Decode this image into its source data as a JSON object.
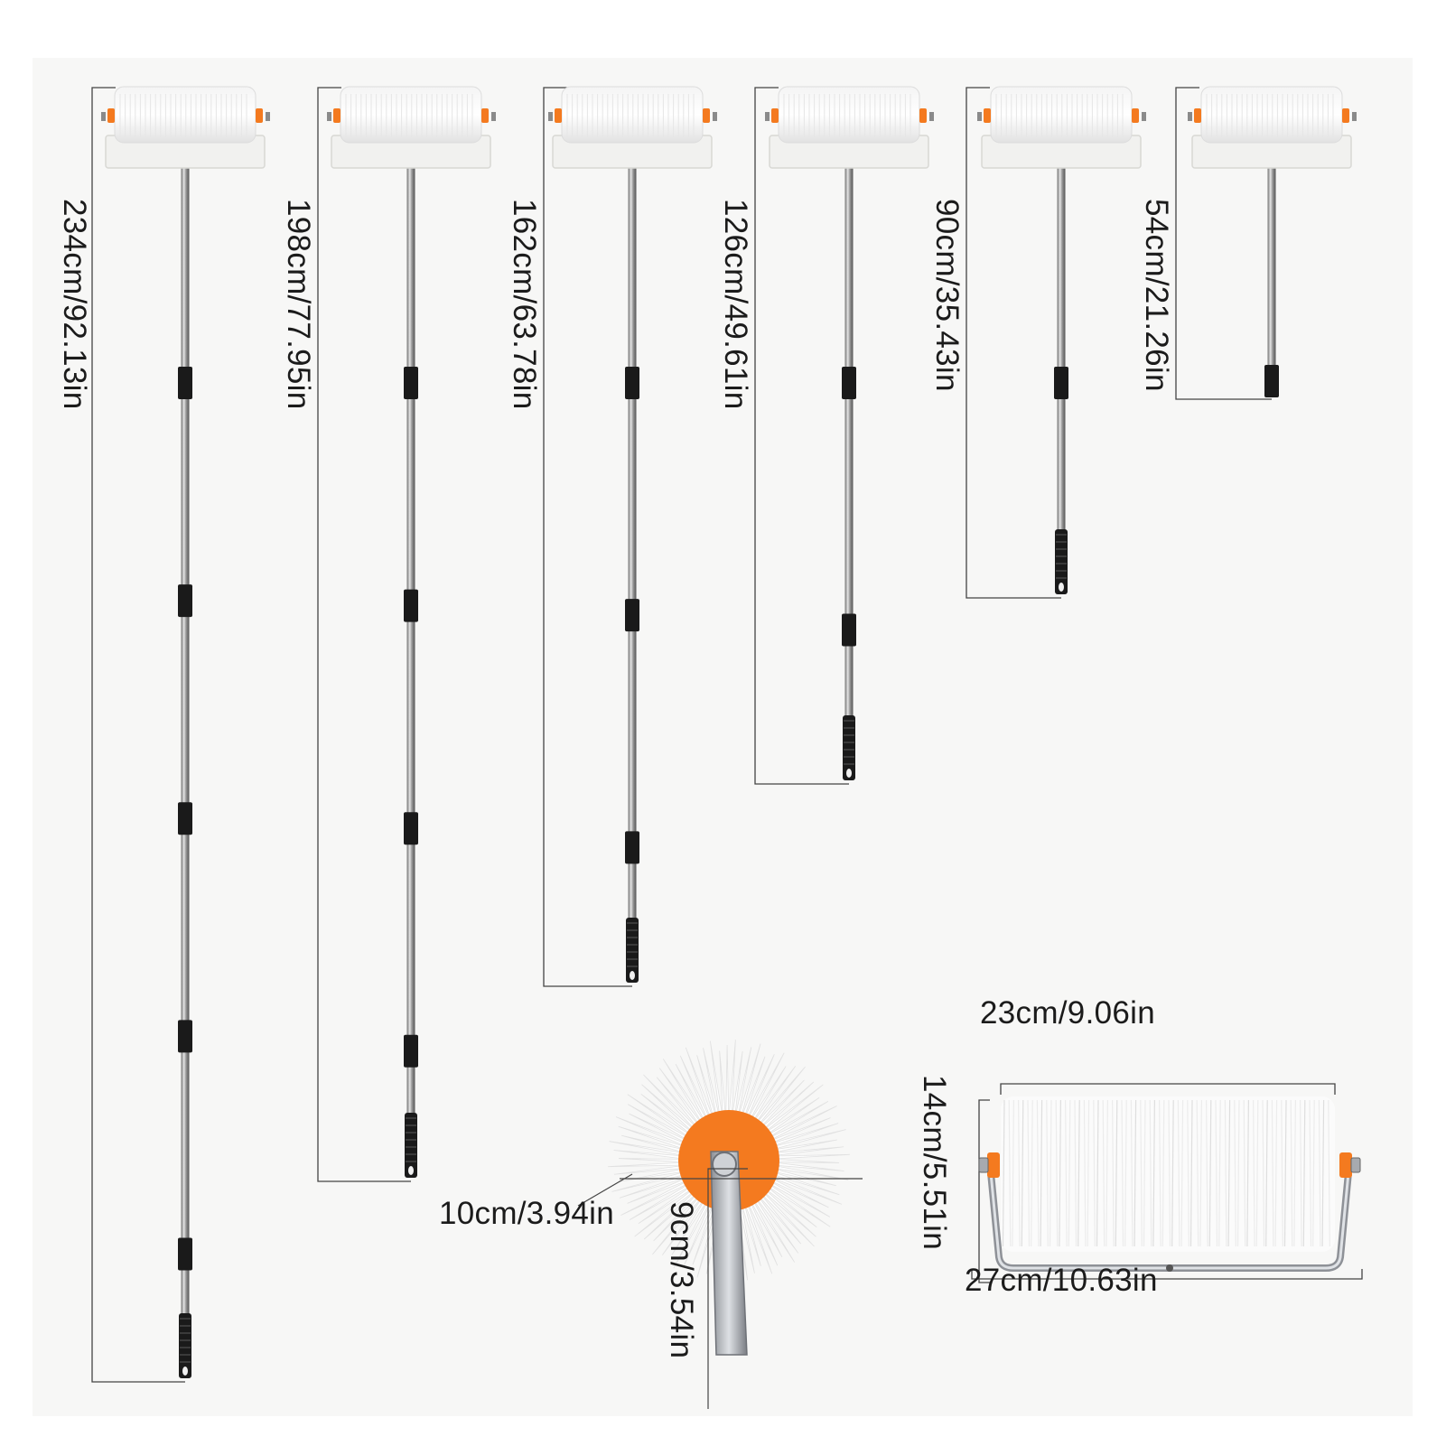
{
  "product": {
    "length_labels": [
      "234cm/92.13in",
      "198cm/77.95in",
      "162cm/63.78in",
      "126cm/49.61in",
      "90cm/35.43in",
      "54cm/21.26in"
    ],
    "handle_sections": [
      5,
      4,
      3,
      2,
      1,
      0
    ],
    "colors": {
      "background": "#f7f7f6",
      "roller_white": "#ffffff",
      "hub_orange": "#f47a1f",
      "handle_black": "#1a1a1a",
      "pole_steel": "#b8b8b8",
      "dimension_line": "#444444"
    }
  },
  "detail": {
    "roller_diameter": "10cm/3.94in",
    "bracket_length": "9cm/3.54in",
    "roller_width": "23cm/9.06in",
    "head_height": "14cm/5.51in",
    "head_width": "27cm/10.63in"
  }
}
